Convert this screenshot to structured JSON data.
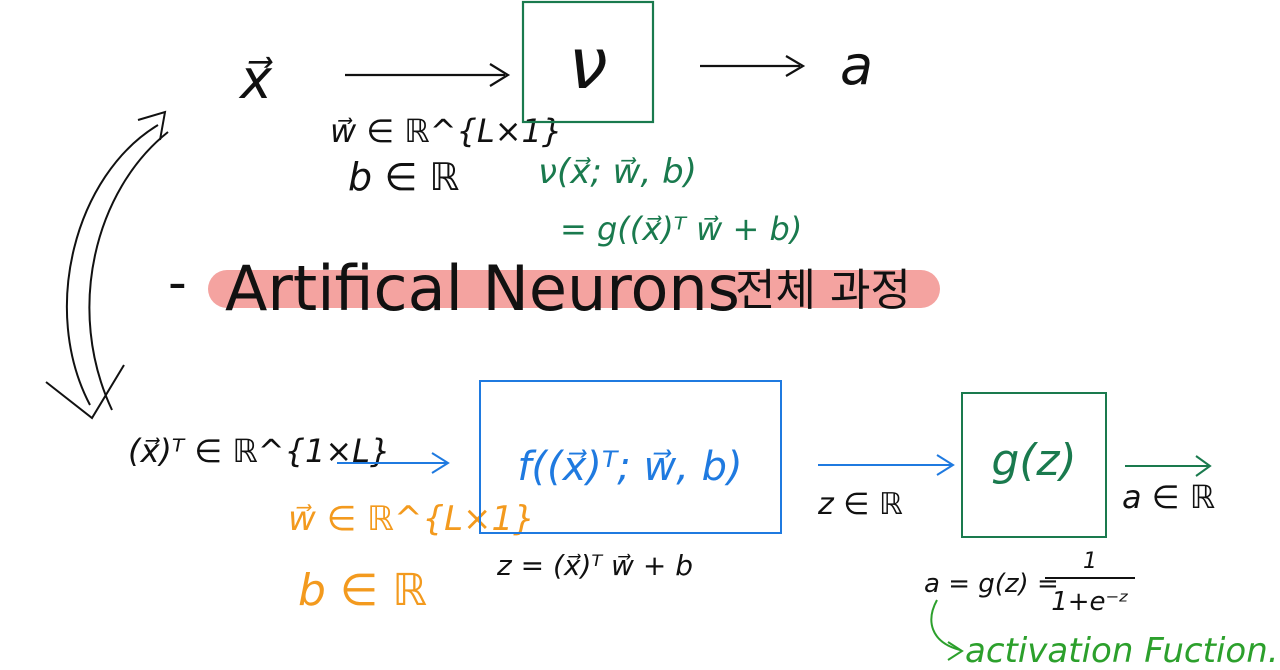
{
  "colors": {
    "ink": "#111111",
    "green": "#1a7a4e",
    "blue": "#1f7ae0",
    "orange": "#f39a1e",
    "highlight": "#f4a3a0"
  },
  "top_row": {
    "input": "x⃗",
    "weight": "w⃗ ∈ ℝ^{L×1}",
    "bias": "b ∈ ℝ",
    "neuron_symbol": "ν",
    "output": "a",
    "formula_line1": "ν(x⃗; w⃗, b)",
    "formula_line2": "= g((x⃗)ᵀ w⃗ + b)"
  },
  "title": {
    "dash": "-",
    "text": "Artifical Neurons",
    "korean": "전체 과정"
  },
  "bottom_row": {
    "input": "(x⃗)ᵀ ∈ ℝ^{1×L}",
    "weight": "w⃗ ∈ ℝ^{L×1}",
    "bias": "b ∈ ℝ",
    "affine": "f((x⃗)ᵀ; w⃗, b)",
    "affine_def": "z = (x⃗)ᵀ w⃗ + b",
    "z_label": "z ∈ ℝ",
    "activation": "g(z)",
    "output": "a ∈ ℝ",
    "sigmoid_lhs": "a = g(z) =",
    "sigmoid_num": "1",
    "sigmoid_den": "1+e⁻ᶻ",
    "activation_note": "activation Fuction."
  }
}
